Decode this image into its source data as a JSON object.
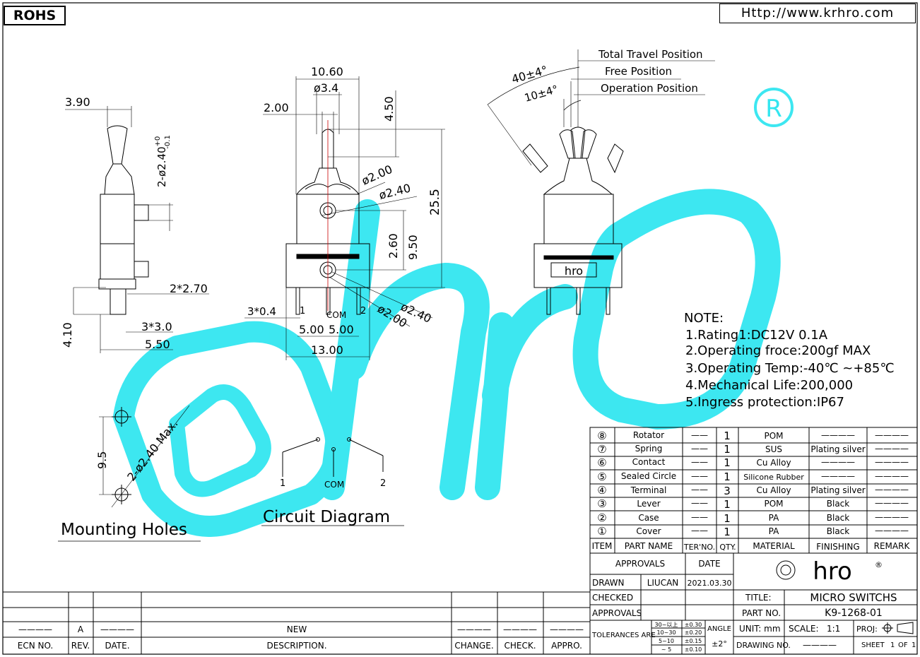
{
  "header": {
    "badge": "ROHS",
    "website": "Http://www.krhro.com"
  },
  "watermark": {
    "text": "hro",
    "registered_mark": "R",
    "color": "#33E6F0"
  },
  "dimensions": {
    "side_view": [
      "3.90",
      "2-ø2.40+0/-0.1",
      "2*2.70",
      "4.10",
      "3*3.0",
      "5.50"
    ],
    "front_view": [
      "10.60",
      "ø3.4",
      "2.00",
      "4.50",
      "ø2.00",
      "ø2.40",
      "25.5",
      "2.60",
      "9.50",
      "3*0.4",
      "5.00",
      "5.00",
      "13.00",
      "ø2.40",
      "ø2.00"
    ],
    "tolerance_sup": "+0",
    "tolerance_sub": "-0.1"
  },
  "angles": {
    "total_travel": "Total Travel Position",
    "free": "Free Position",
    "operation": "Operation Position",
    "angle_a": "40±4°",
    "angle_b": "10±4°"
  },
  "terminals": {
    "t1": "1",
    "com": "COM",
    "t2": "2"
  },
  "mounting": {
    "spacing": "9.5",
    "holes": "2-ø2.40 Max.",
    "caption": "Mounting Holes"
  },
  "circuit": {
    "t1": "1",
    "com": "COM",
    "t2": "2",
    "caption": "Circuit Diagram"
  },
  "notes": {
    "title": "NOTE:",
    "items": [
      "1.Rating1:DC12V 0.1A",
      "2.Operating froce:200gf MAX",
      "3.Operating Temp:-40℃ ~+85℃",
      "4.Mechanical Life:200,000",
      "5.Ingress protection:IP67"
    ]
  },
  "bom": {
    "headers": [
      "ITEM",
      "PART NAME",
      "TER'NO.",
      "QTY.",
      "MATERIAL",
      "FINISHING",
      "REMARK"
    ],
    "rows": [
      {
        "item": "⑧",
        "part": "Rotator",
        "ter": "——",
        "qty": "1",
        "material": "POM",
        "finishing": "————",
        "remark": "————"
      },
      {
        "item": "⑦",
        "part": "Spring",
        "ter": "——",
        "qty": "1",
        "material": "SUS",
        "finishing": "Plating silver",
        "remark": "————"
      },
      {
        "item": "⑥",
        "part": "Contact",
        "ter": "——",
        "qty": "1",
        "material": "Cu Alloy",
        "finishing": "————",
        "remark": "————"
      },
      {
        "item": "⑤",
        "part": "Sealed Circle",
        "ter": "——",
        "qty": "1",
        "material": "Silicone Rubber",
        "finishing": "————",
        "remark": "————"
      },
      {
        "item": "④",
        "part": "Terminal",
        "ter": "——",
        "qty": "3",
        "material": "Cu Alloy",
        "finishing": "Plating silver",
        "remark": "————"
      },
      {
        "item": "③",
        "part": "Lever",
        "ter": "——",
        "qty": "1",
        "material": "POM",
        "finishing": "Black",
        "remark": "————"
      },
      {
        "item": "②",
        "part": "Case",
        "ter": "——",
        "qty": "1",
        "material": "PA",
        "finishing": "Black",
        "remark": "————"
      },
      {
        "item": "①",
        "part": "Cover",
        "ter": "——",
        "qty": "1",
        "material": "PA",
        "finishing": "Black",
        "remark": "————"
      }
    ]
  },
  "title_block": {
    "approvals_header": "APPROVALS",
    "date_header": "DATE",
    "drawn_label": "DRAWN",
    "drawn_by": "LIUCAN",
    "drawn_date": "2021.03.30",
    "checked_label": "CHECKED",
    "approvals_label": "APPROVALS",
    "logo_text": "hro",
    "logo_reg": "®",
    "title_label": "TITLE:",
    "title_value": "MICRO SWITCHS",
    "partno_label": "PART NO.",
    "partno_value": "K9-1268-01",
    "tolerances_label": "TOLERANCES ARE",
    "tolerance_ranges": [
      "30~以上",
      "10~30",
      "5~10",
      "~ 5"
    ],
    "tolerance_values": [
      "±0.30",
      "±0.20",
      "±0.15",
      "±0.10"
    ],
    "angle_label": "ANGLE",
    "angle_value": "±2°",
    "unit_label": "UNIT: mm",
    "scale_label": "SCALE:",
    "scale_value": "1:1",
    "proj_label": "PROJ:",
    "drawing_no_label": "DRAWING NO.",
    "drawing_no_value": "————",
    "sheet_label": "SHEET",
    "sheet_value": "1",
    "sheet_of": "OF",
    "sheet_total": "1"
  },
  "revision": {
    "headers": [
      "ECN NO.",
      "REV.",
      "DATE.",
      "DESCRIPTION.",
      "CHANGE.",
      "CHECK.",
      "APPRO."
    ],
    "row": [
      "————",
      "A",
      "————",
      "NEW",
      "————",
      "————",
      "————"
    ]
  }
}
